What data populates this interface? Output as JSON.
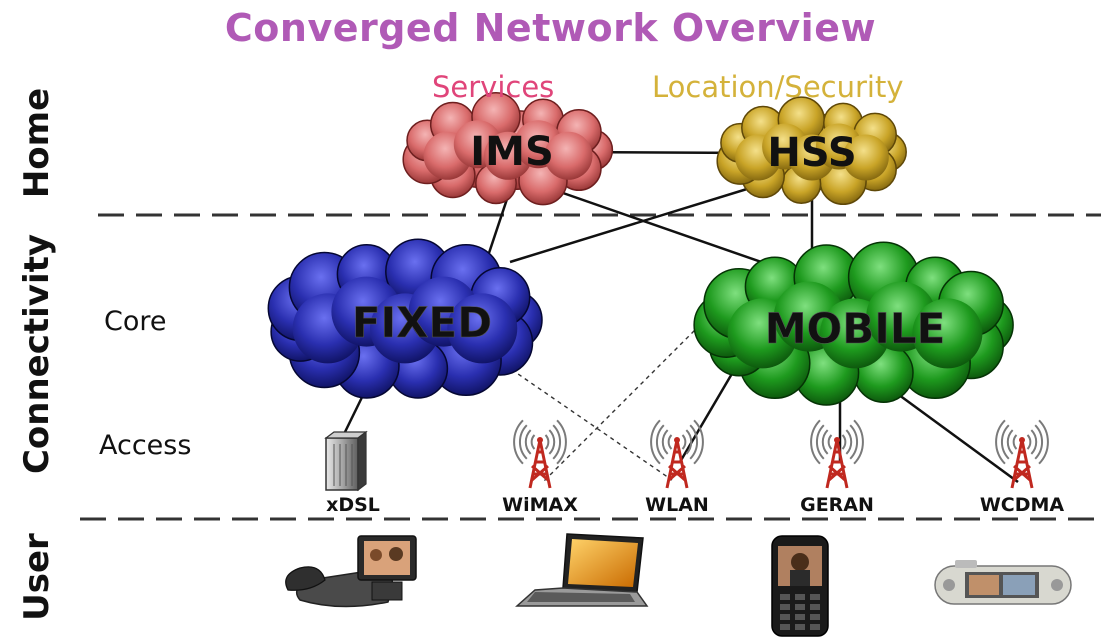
{
  "title": "Converged Network Overview",
  "categories": {
    "services": "Services",
    "location_security": "Location/Security"
  },
  "layers": {
    "home": "Home",
    "connectivity": "Connectivity",
    "user": "User"
  },
  "sublayers": {
    "core": "Core",
    "access": "Access"
  },
  "clouds": {
    "ims": "IMS",
    "hss": "HSS",
    "fixed": "FIXED",
    "mobile": "MOBILE"
  },
  "access_nodes": {
    "xdsl": "xDSL",
    "wimax": "WiMAX",
    "wlan": "WLAN",
    "geran": "GERAN",
    "wcdma": "WCDMA"
  },
  "colors": {
    "title": "#b05ab6",
    "services": "#e0457a",
    "location_security": "#d4b23a",
    "ims_cloud": "#d96b6b",
    "hss_cloud": "#c9a427",
    "fixed_cloud": "#2a2fb0",
    "mobile_cloud": "#1e9a1e"
  },
  "devices": [
    "video-phone",
    "laptop",
    "mobile-phone",
    "handheld-device"
  ]
}
